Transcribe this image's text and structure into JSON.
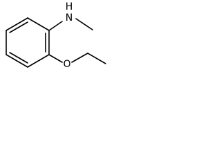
{
  "structure": {
    "atoms": {
      "amine": {
        "symbol": "N",
        "hydrogen": "H"
      },
      "ether_oxygen": {
        "symbol": "O"
      }
    },
    "colors": {
      "bond": "#000000",
      "label": "#000000",
      "background": "#ffffff"
    }
  }
}
